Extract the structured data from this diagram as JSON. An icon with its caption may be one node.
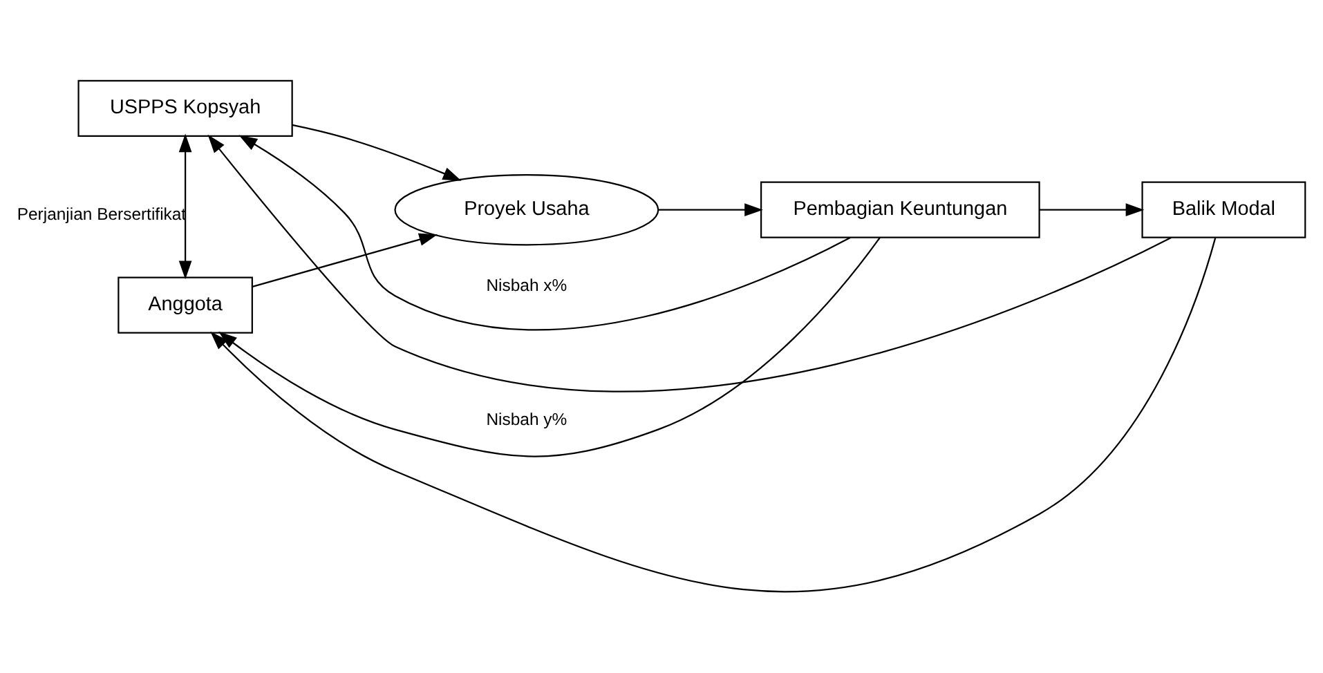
{
  "diagram": {
    "nodes": [
      {
        "text": [
          "USPPS Kopsyah"
        ]
      },
      {
        "text": [
          "Anggota"
        ]
      },
      {
        "text": [
          "Proyek Usaha"
        ]
      },
      {
        "text": [
          "Pembagian Keuntungan"
        ]
      },
      {
        "text": [
          "Balik Modal"
        ]
      }
    ],
    "edges": [
      {
        "from": 0,
        "to": 1,
        "arrow": "both",
        "label": "Perjanjian Bersertifikat"
      },
      {
        "from": 0,
        "to": 2,
        "arrow": "to"
      },
      {
        "from": 1,
        "to": 2,
        "arrow": "to"
      },
      {
        "from": 2,
        "to": 3,
        "arrow": "to"
      },
      {
        "from": 3,
        "to": 0,
        "arrow": "to",
        "label": "Nisbah x%"
      },
      {
        "from": 3,
        "to": 1,
        "arrow": "to",
        "label": "Nisbah y%"
      },
      {
        "from": 3,
        "to": 4,
        "arrow": "to"
      },
      {
        "from": 4,
        "to": 0,
        "arrow": "to"
      },
      {
        "from": 4,
        "to": 1,
        "arrow": "to"
      }
    ]
  }
}
